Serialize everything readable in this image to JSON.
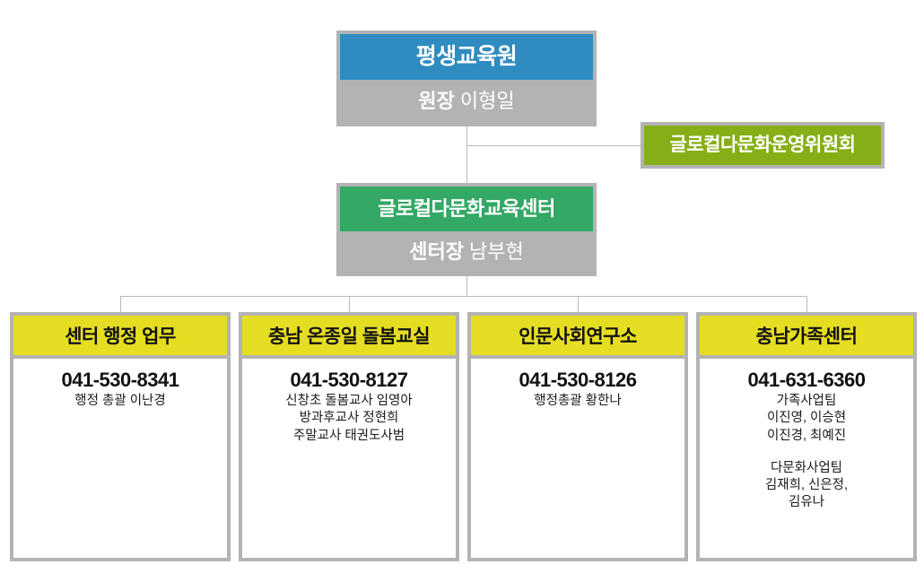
{
  "colors": {
    "institute_header": "#2F8CC0",
    "committee_header": "#86AE16",
    "center_header": "#34A865",
    "leaf_header": "#E5DD22",
    "frame_gray": "#B3B3B3",
    "connector_gray": "#B9B9B9"
  },
  "institute": {
    "title": "평생교육원",
    "role": "원장",
    "person": "이형일"
  },
  "committee": {
    "title": "글로컬다문화운영위원회"
  },
  "center": {
    "title": "글로컬다문화교육센터",
    "role": "센터장",
    "person": "남부현"
  },
  "leaves": [
    {
      "title": "센터 행정 업무",
      "phone": "041-530-8341",
      "lines": [
        "행정 총괄 이난경"
      ]
    },
    {
      "title": "충남 온종일 돌봄교실",
      "phone": "041-530-8127",
      "lines": [
        "신창초 돌봄교사 임영아",
        "방과후교사 정현희",
        "주말교사 태권도사범"
      ]
    },
    {
      "title": "인문사회연구소",
      "phone": "041-530-8126",
      "lines": [
        "행정총괄 황한나"
      ]
    },
    {
      "title": "충남가족센터",
      "phone": "041-631-6360",
      "lines": [
        "가족사업팀",
        "이진영, 이승현",
        "이진경, 최예진",
        "",
        "다문화사업팀",
        "김재희, 신은정,",
        "김유나"
      ]
    }
  ]
}
